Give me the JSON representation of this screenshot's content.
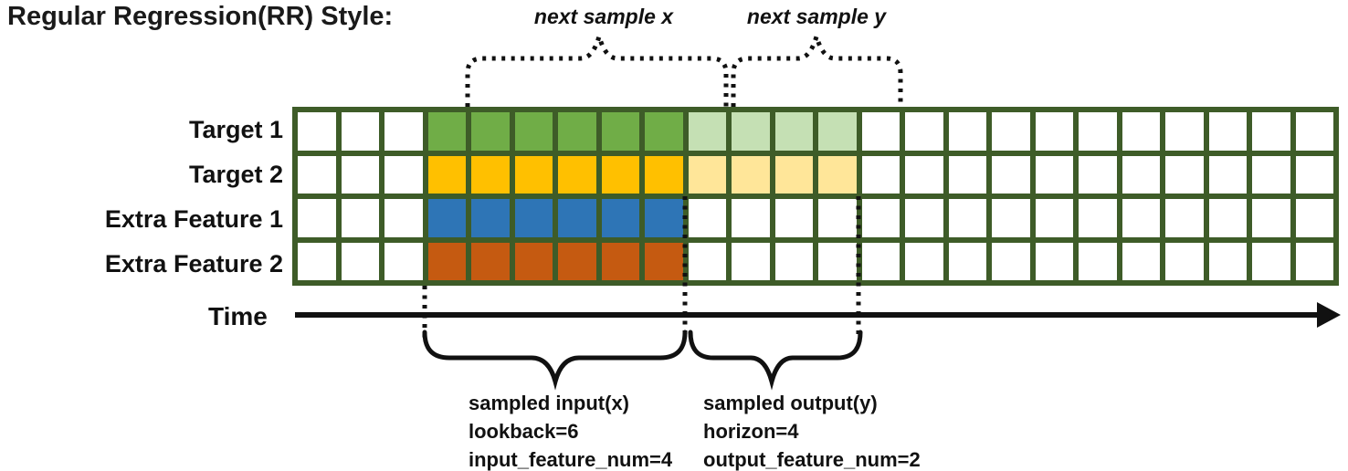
{
  "title": "Regular Regression(RR) Style:",
  "colors": {
    "grid_line": "#3e5c28",
    "white": "#ffffff",
    "solid_green": "#70AD47",
    "light_green": "#C5E0B4",
    "gold": "#FFC000",
    "light_gold": "#FFE699",
    "blue": "#2E75B6",
    "orange": "#C55A11"
  },
  "grid": {
    "columns": 24,
    "rows": [
      {
        "label": "Target 1",
        "segments": [
          {
            "color": "white",
            "count": 3
          },
          {
            "color": "solid_green",
            "count": 6
          },
          {
            "color": "light_green",
            "count": 4
          },
          {
            "color": "white",
            "count": 11
          }
        ]
      },
      {
        "label": "Target 2",
        "segments": [
          {
            "color": "white",
            "count": 3
          },
          {
            "color": "gold",
            "count": 6
          },
          {
            "color": "light_gold",
            "count": 4
          },
          {
            "color": "white",
            "count": 11
          }
        ]
      },
      {
        "label": "Extra Feature 1",
        "segments": [
          {
            "color": "white",
            "count": 3
          },
          {
            "color": "blue",
            "count": 6
          },
          {
            "color": "white",
            "count": 15
          }
        ]
      },
      {
        "label": "Extra Feature 2",
        "segments": [
          {
            "color": "white",
            "count": 3
          },
          {
            "color": "orange",
            "count": 6
          },
          {
            "color": "white",
            "count": 15
          }
        ]
      }
    ]
  },
  "annotations": {
    "next_sample_x": "next sample x",
    "next_sample_y": "next sample y",
    "time_label": "Time",
    "sampled_input": {
      "line1": "sampled input(x)",
      "line2": "lookback=6",
      "line3": "input_feature_num=4"
    },
    "sampled_output": {
      "line1": "sampled output(y)",
      "line2": "horizon=4",
      "line3": "output_feature_num=2"
    }
  }
}
